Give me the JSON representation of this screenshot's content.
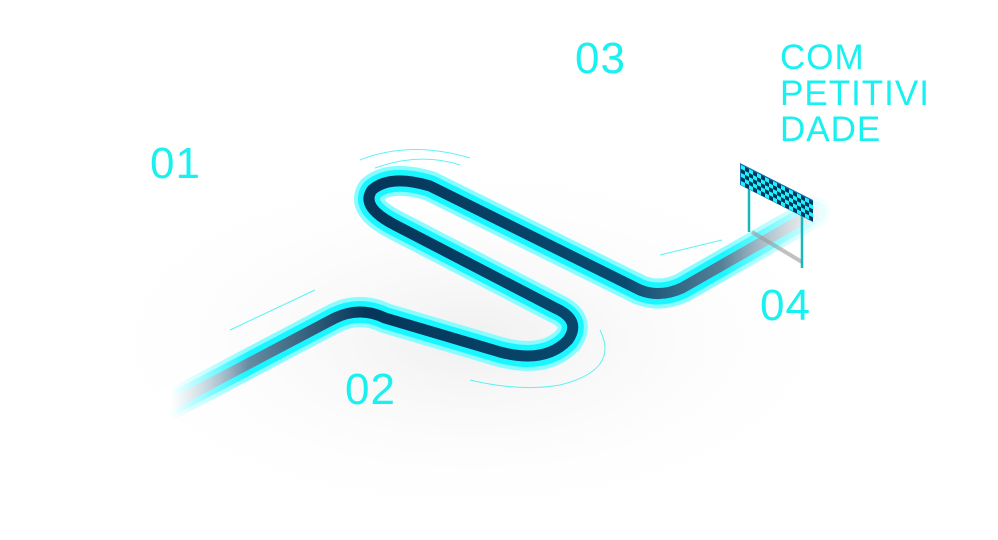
{
  "steps": [
    "01",
    "02",
    "03",
    "04"
  ],
  "title_lines": [
    "COM",
    "PETITIVI",
    "DADE"
  ],
  "colors": {
    "cyan": "#19f0f0",
    "light_cyan": "#8afcff",
    "dark_track": "#06365a",
    "flag_blue": "#1a6fb0",
    "pole": "#17b8b8"
  }
}
